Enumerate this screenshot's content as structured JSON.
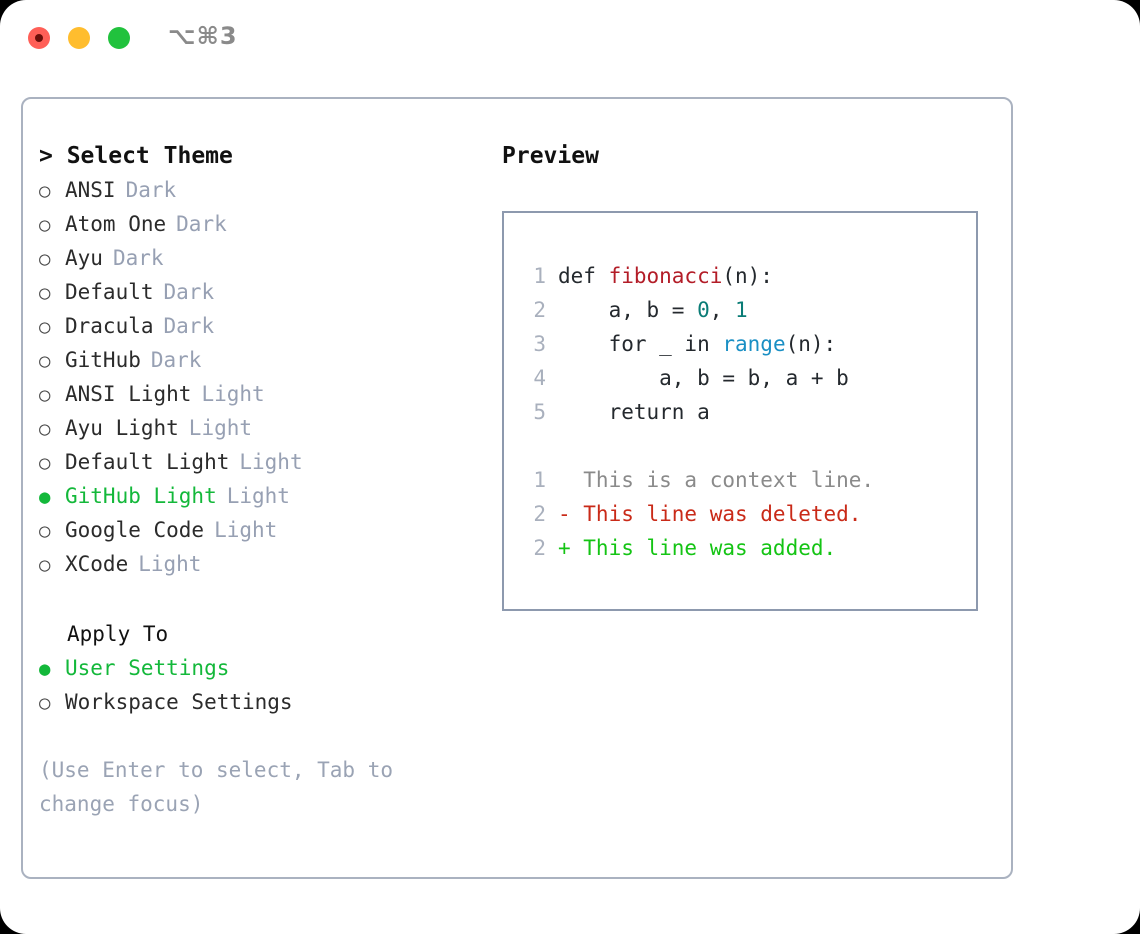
{
  "window": {
    "title": "⌥⌘3",
    "traffic_lights": [
      "close-red",
      "minimize-yellow",
      "zoom-green"
    ]
  },
  "left_panel": {
    "header": "> Select Theme",
    "themes": [
      {
        "bullet": "○",
        "label": "ANSI",
        "badge": "Dark",
        "selected": false
      },
      {
        "bullet": "○",
        "label": "Atom One",
        "badge": "Dark",
        "selected": false
      },
      {
        "bullet": "○",
        "label": "Ayu",
        "badge": "Dark",
        "selected": false
      },
      {
        "bullet": "○",
        "label": "Default",
        "badge": "Dark",
        "selected": false
      },
      {
        "bullet": "○",
        "label": "Dracula",
        "badge": "Dark",
        "selected": false
      },
      {
        "bullet": "○",
        "label": "GitHub",
        "badge": "Dark",
        "selected": false
      },
      {
        "bullet": "○",
        "label": "ANSI Light",
        "badge": "Light",
        "selected": false
      },
      {
        "bullet": "○",
        "label": "Ayu Light",
        "badge": "Light",
        "selected": false
      },
      {
        "bullet": "○",
        "label": "Default Light",
        "badge": "Light",
        "selected": false
      },
      {
        "bullet": "●",
        "label": "GitHub Light",
        "badge": "Light",
        "selected": true
      },
      {
        "bullet": "○",
        "label": "Google Code",
        "badge": "Light",
        "selected": false
      },
      {
        "bullet": "○",
        "label": "XCode",
        "badge": "Light",
        "selected": false
      }
    ],
    "apply_to": {
      "title": "Apply To",
      "options": [
        {
          "bullet": "●",
          "label": "User Settings",
          "selected": true
        },
        {
          "bullet": "○",
          "label": "Workspace Settings",
          "selected": false
        }
      ]
    },
    "hint": "(Use Enter to select, Tab to change focus)"
  },
  "right_panel": {
    "header": "Preview",
    "code_lines": [
      {
        "no": "1",
        "tokens": [
          {
            "t": "def ",
            "c": "tok-def"
          },
          {
            "t": "fibonacci",
            "c": "tok-fn"
          },
          {
            "t": "(n):",
            "c": "tok-plain"
          }
        ]
      },
      {
        "no": "2",
        "tokens": [
          {
            "t": "    a, b = ",
            "c": "tok-plain"
          },
          {
            "t": "0",
            "c": "tok-num"
          },
          {
            "t": ", ",
            "c": "tok-plain"
          },
          {
            "t": "1",
            "c": "tok-num"
          }
        ]
      },
      {
        "no": "3",
        "tokens": [
          {
            "t": "    for _ in ",
            "c": "tok-plain"
          },
          {
            "t": "range",
            "c": "tok-call"
          },
          {
            "t": "(n):",
            "c": "tok-plain"
          }
        ]
      },
      {
        "no": "4",
        "tokens": [
          {
            "t": "        a, b = b, a + b",
            "c": "tok-plain"
          }
        ]
      },
      {
        "no": "5",
        "tokens": [
          {
            "t": "    return a",
            "c": "tok-plain"
          }
        ]
      }
    ],
    "diff_lines": [
      {
        "no": "1",
        "text": "  This is a context line.",
        "kind": "diff-ctx"
      },
      {
        "no": "2",
        "text": "- This line was deleted.",
        "kind": "diff-del"
      },
      {
        "no": "2",
        "text": "+ This line was added.",
        "kind": "diff-add"
      }
    ]
  },
  "colors": {
    "accent_green": "#13b83a",
    "muted": "#97a0b3",
    "card_border": "#aab2c0",
    "preview_border": "#8d99ae",
    "diff_delete": "#c92a18",
    "diff_add": "#14c414",
    "function_name": "#b31d28",
    "number": "#0a7c76",
    "builtin_call": "#1a8fc4"
  }
}
